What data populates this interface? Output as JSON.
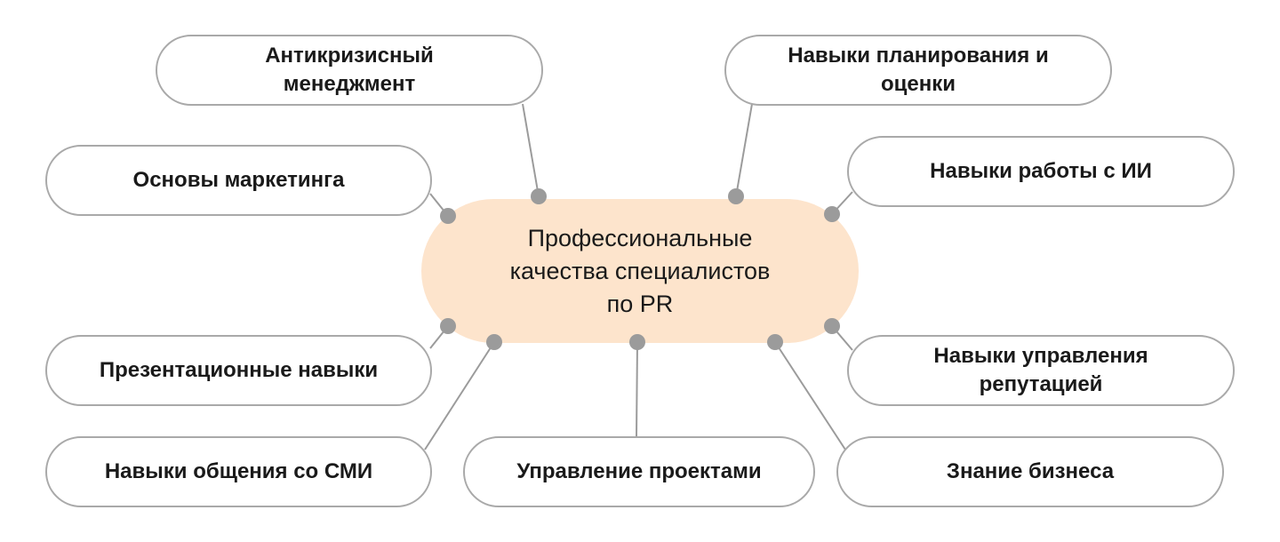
{
  "center": {
    "label": "Профессиональные\nкачества специалистов\nпо PR"
  },
  "nodes": {
    "crisis": "Антикризисный\nменеджмент",
    "marketing": "Основы маркетинга",
    "presentation": "Презентационные навыки",
    "media": "Навыки общения со СМИ",
    "projects": "Управление проектами",
    "business": "Знание бизнеса",
    "reputation": "Навыки управления\nрепутацией",
    "ai": "Навыки работы с ИИ",
    "planning": "Навыки планирования и\nоценки"
  },
  "colors": {
    "center_fill": "#fde4cc",
    "connector": "#9b9b9b",
    "node_border": "#a9a9a9"
  }
}
